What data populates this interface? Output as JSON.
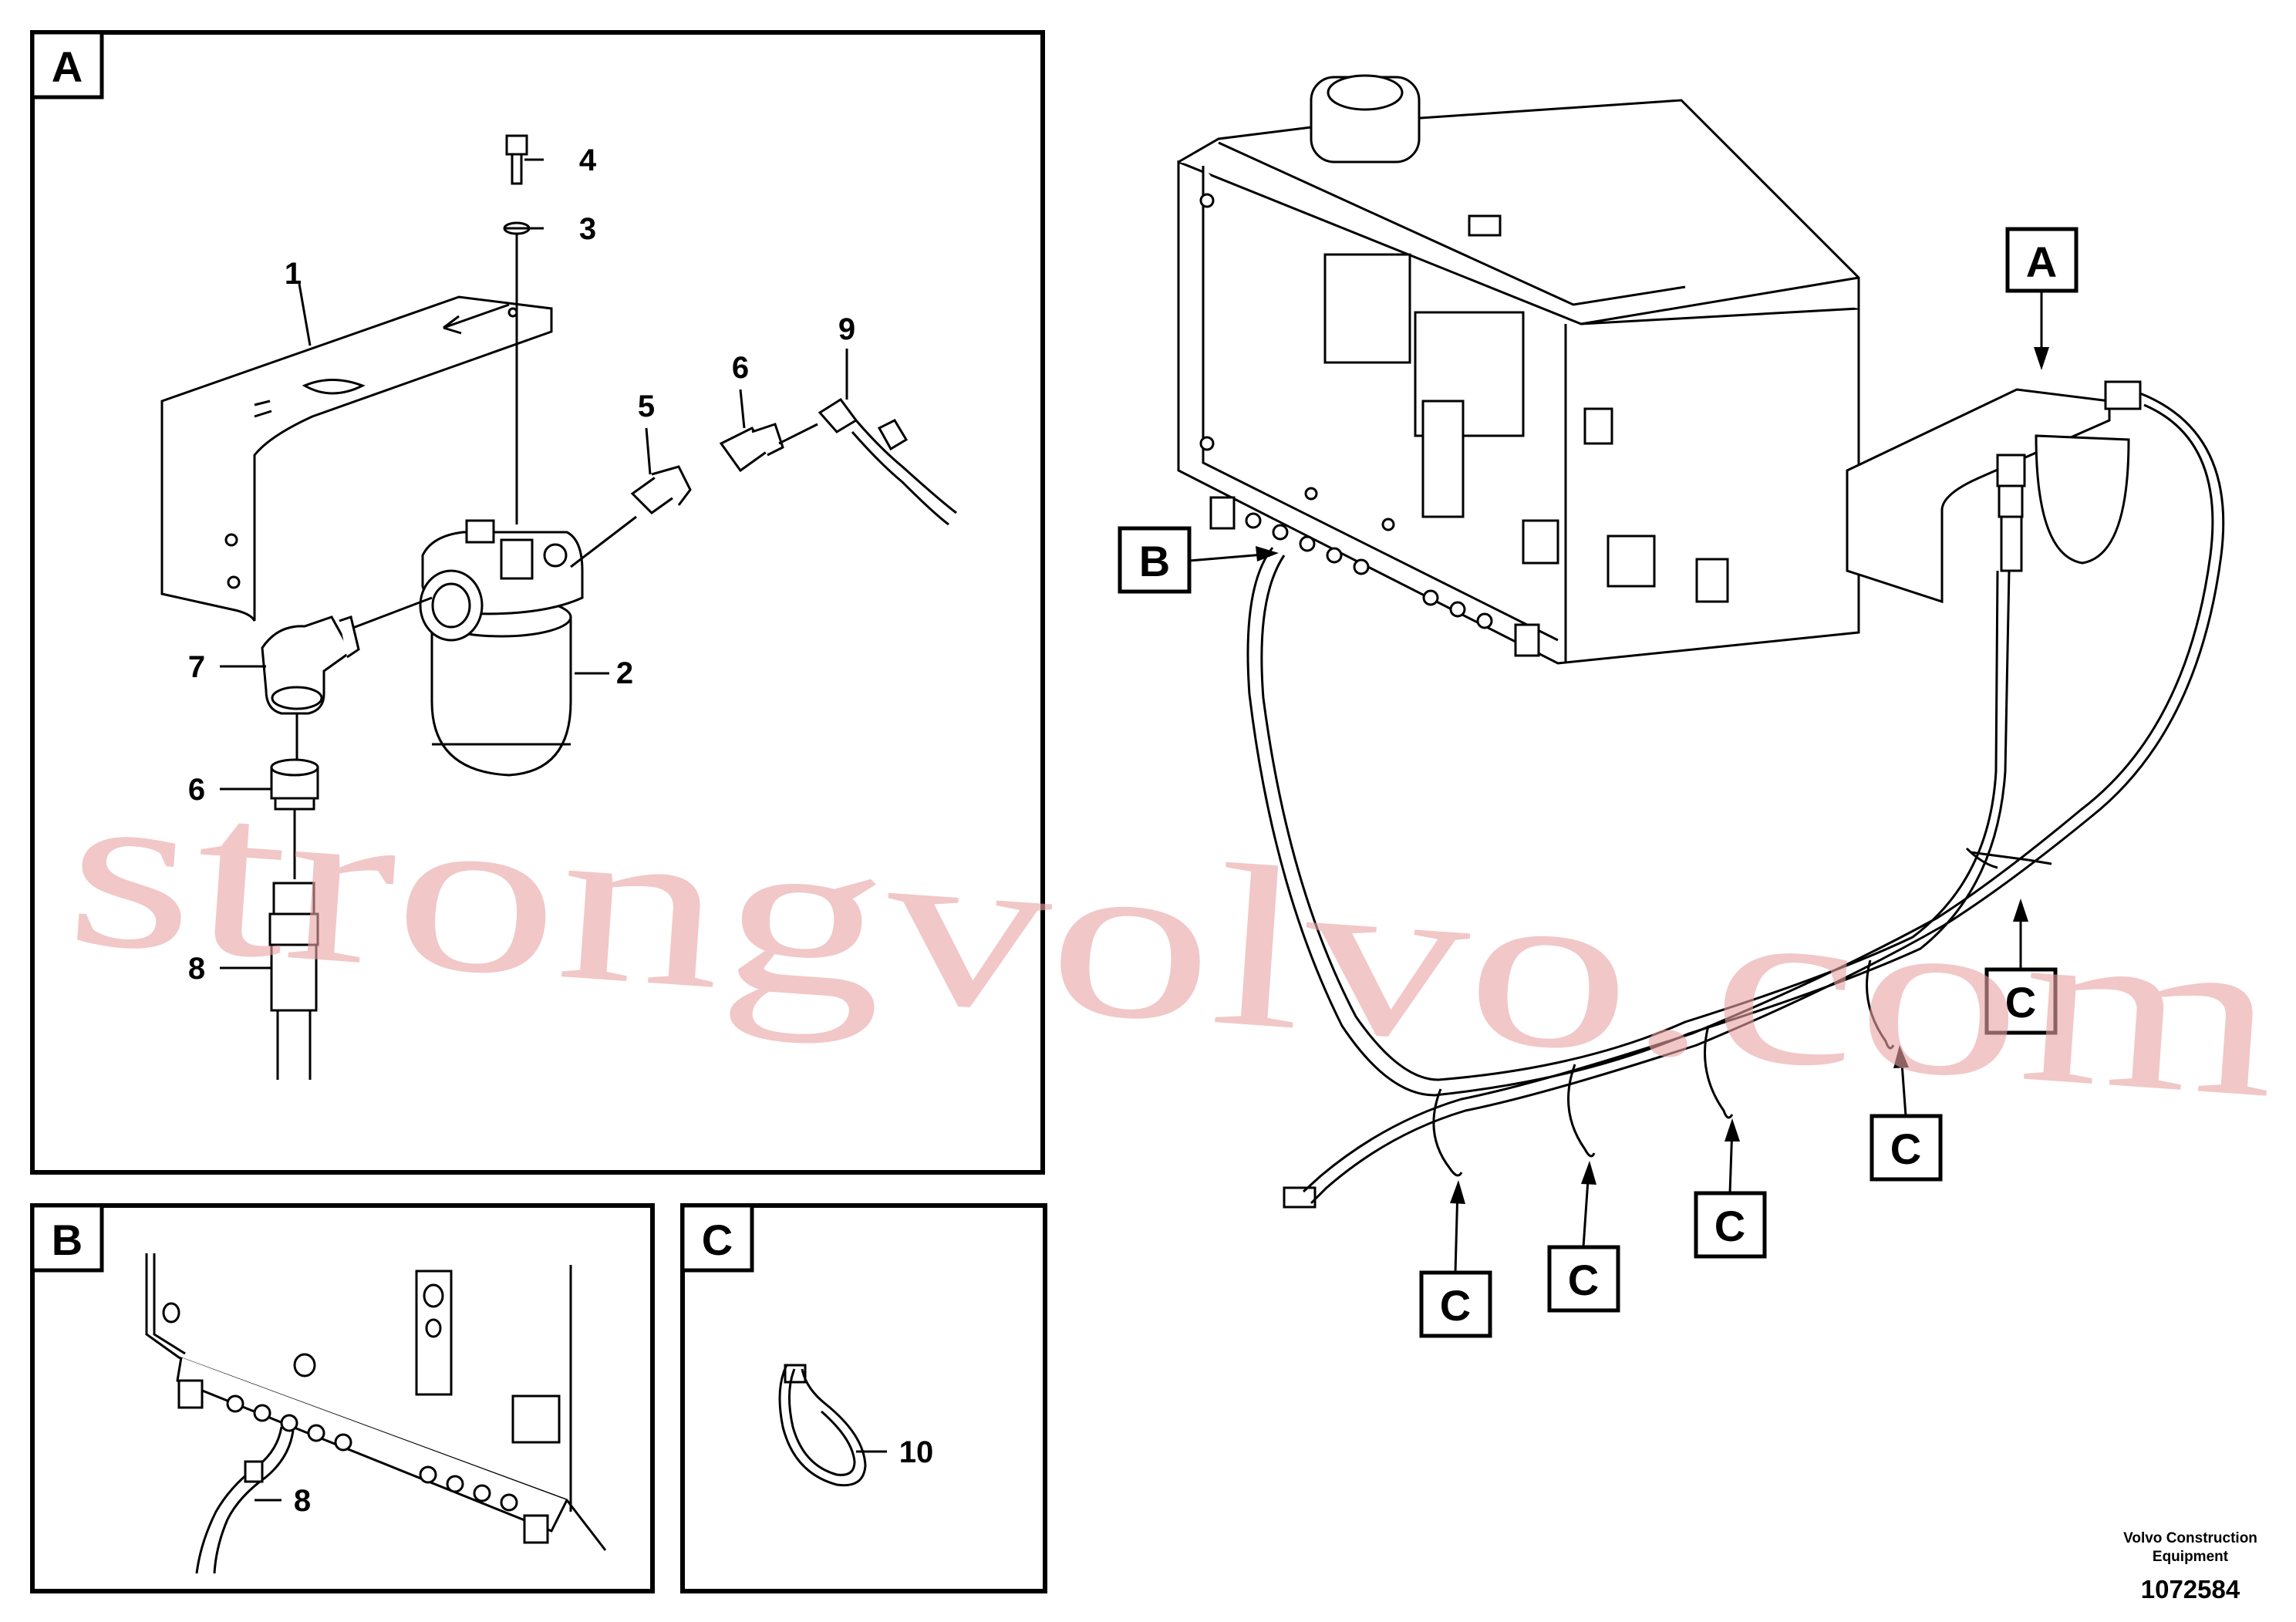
{
  "panels": {
    "a": {
      "tag": "A"
    },
    "b": {
      "tag": "B"
    },
    "c": {
      "tag": "C"
    }
  },
  "part_labels": {
    "p1": "1",
    "p2": "2",
    "p3": "3",
    "p4": "4",
    "p5": "5",
    "p6a": "6",
    "p6b": "6",
    "p7": "7",
    "p8a": "8",
    "p8b": "8",
    "p9": "9",
    "p10": "10"
  },
  "callouts": {
    "overview_a": "A",
    "overview_b": "B",
    "c_marks": [
      "C",
      "C",
      "C",
      "C",
      "C",
      "C"
    ]
  },
  "footer": {
    "company_line1": "Volvo Construction",
    "company_line2": "Equipment",
    "drawing_number": "1072584"
  },
  "watermark": {
    "text": "strongvolvo.com"
  },
  "colors": {
    "line": "#000000",
    "watermark": "#e9a3a3",
    "background": "#ffffff"
  }
}
